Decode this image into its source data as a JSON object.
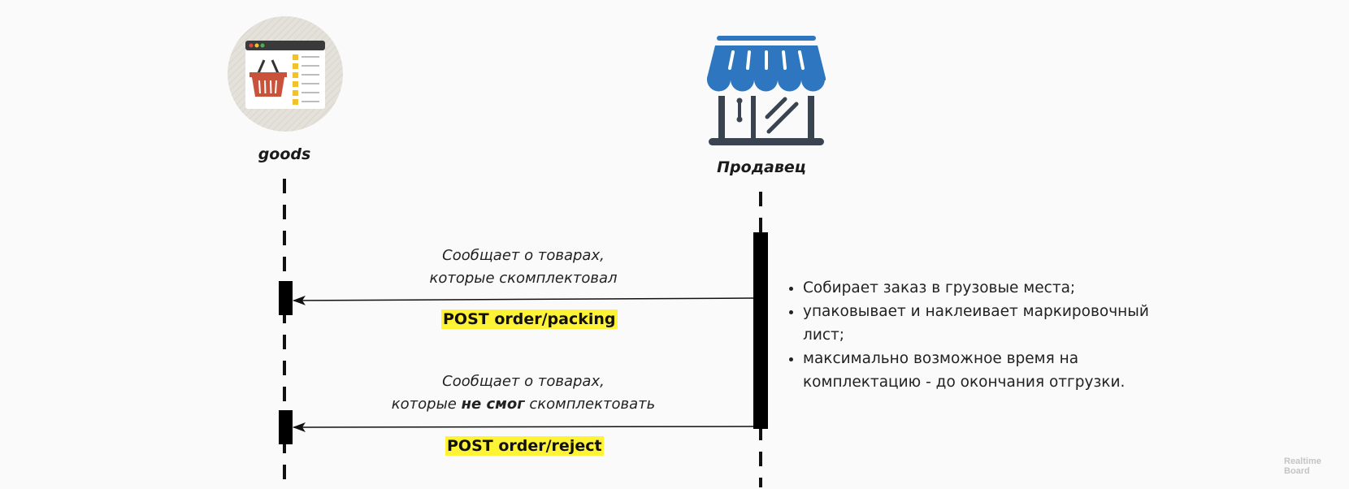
{
  "actors": {
    "goods": {
      "label": "goods",
      "icon": "online-store-basket-icon"
    },
    "seller": {
      "label": "Продавец",
      "icon": "storefront-icon"
    }
  },
  "messages": [
    {
      "line1": "Сообщает о товарах,",
      "line2": "которые скомплектовал",
      "endpoint": "POST order/packing"
    },
    {
      "line1": "Сообщает о товарах,",
      "line2_pre": "которые ",
      "line2_bold": "не смог",
      "line2_post": " скомплектовать",
      "endpoint": "POST order/reject"
    }
  ],
  "notes": [
    "Собирает заказ в грузовые места;",
    "упаковывает и наклеивает маркировочный лист;",
    "максимально возможное время на комплектацию - до окончания отгрузки."
  ],
  "watermark": {
    "line1": "Realtime",
    "line2": "Board"
  },
  "colors": {
    "accent_blue": "#2f76c0",
    "building": "#3a4350",
    "basket": "#c9533a",
    "highlight": "#fff336"
  }
}
